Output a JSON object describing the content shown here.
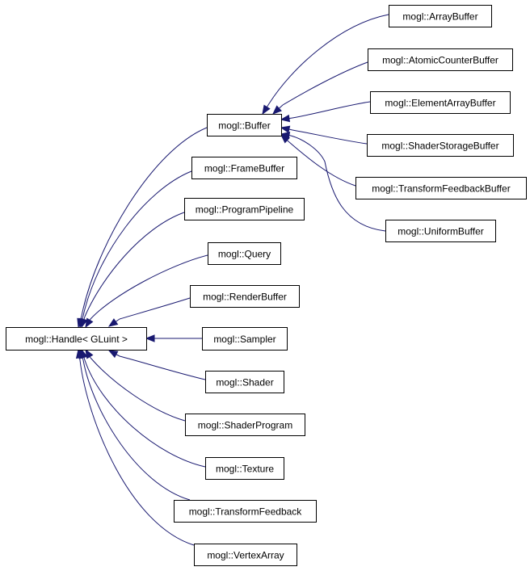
{
  "colors": {
    "edge": "#191970",
    "node_border": "#000000",
    "node_fill": "#ffffff"
  },
  "nodes": {
    "handle": "mogl::Handle< GLuint >",
    "buffer": "mogl::Buffer",
    "framebuffer": "mogl::FrameBuffer",
    "programpipeline": "mogl::ProgramPipeline",
    "query": "mogl::Query",
    "renderbuffer": "mogl::RenderBuffer",
    "sampler": "mogl::Sampler",
    "shader": "mogl::Shader",
    "shaderprogram": "mogl::ShaderProgram",
    "texture": "mogl::Texture",
    "transformfeedback": "mogl::TransformFeedback",
    "vertexarray": "mogl::VertexArray",
    "arraybuffer": "mogl::ArrayBuffer",
    "atomiccounterbuffer": "mogl::AtomicCounterBuffer",
    "elementarraybuffer": "mogl::ElementArrayBuffer",
    "shaderstoragebuffer": "mogl::ShaderStorageBuffer",
    "transformfeedbackbuffer": "mogl::TransformFeedbackBuffer",
    "uniformbuffer": "mogl::UniformBuffer"
  },
  "edges": [
    {
      "from": "buffer",
      "to": "handle"
    },
    {
      "from": "framebuffer",
      "to": "handle"
    },
    {
      "from": "programpipeline",
      "to": "handle"
    },
    {
      "from": "query",
      "to": "handle"
    },
    {
      "from": "renderbuffer",
      "to": "handle"
    },
    {
      "from": "sampler",
      "to": "handle"
    },
    {
      "from": "shader",
      "to": "handle"
    },
    {
      "from": "shaderprogram",
      "to": "handle"
    },
    {
      "from": "texture",
      "to": "handle"
    },
    {
      "from": "transformfeedback",
      "to": "handle"
    },
    {
      "from": "vertexarray",
      "to": "handle"
    },
    {
      "from": "arraybuffer",
      "to": "buffer"
    },
    {
      "from": "atomiccounterbuffer",
      "to": "buffer"
    },
    {
      "from": "elementarraybuffer",
      "to": "buffer"
    },
    {
      "from": "shaderstoragebuffer",
      "to": "buffer"
    },
    {
      "from": "transformfeedbackbuffer",
      "to": "buffer"
    },
    {
      "from": "uniformbuffer",
      "to": "buffer"
    }
  ]
}
